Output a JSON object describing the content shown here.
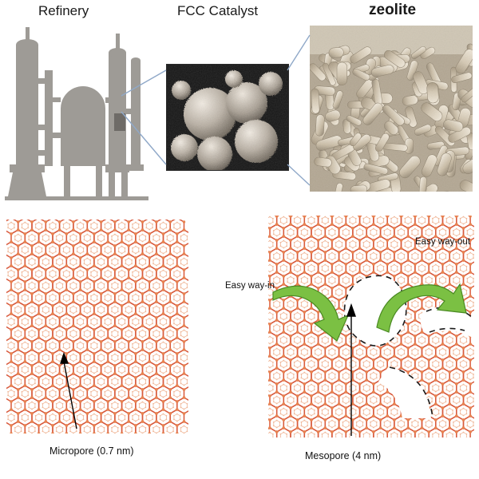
{
  "figure": {
    "type": "scientific-illustration",
    "background_color": "#ffffff"
  },
  "top_row": {
    "panels": [
      {
        "id": "refinery",
        "title": "Refinery",
        "kind": "vector-illustration",
        "color": "#9e9b96"
      },
      {
        "id": "fcc-catalyst",
        "title": "FCC Catalyst",
        "kind": "sem-micrograph",
        "description": "grayscale SEM image of rough spherical catalyst particles on dark background"
      },
      {
        "id": "zeolite",
        "title": "zeolite",
        "kind": "photograph",
        "description": "pile of beige cylindrical zeolite extrudate pellets"
      }
    ],
    "connector_color": "#8fa8c8"
  },
  "bottom_row": {
    "panels": [
      {
        "id": "micropore-framework",
        "caption": "Micropore (0.7 nm)",
        "description": "regular zeolite framework lattice of red/orange rings, uniform micropores"
      },
      {
        "id": "mesopore-framework",
        "caption": "Mesopore (4 nm)",
        "description": "zeolite framework with a large dashed-outline mesopore cavity in the centre",
        "annotations": [
          {
            "id": "easy-way-in",
            "text": "Easy way-in",
            "arrow": "green curved arrow pointing into the mesopore"
          },
          {
            "id": "easy-way-out",
            "text": "Easy way-out",
            "arrow": "green curved arrow pointing out of the mesopore"
          }
        ]
      }
    ],
    "framework_colors": {
      "bond": "#d8593c",
      "node": "#e8834f",
      "light": "#f0b89a"
    },
    "arrow_color": "#7bc043",
    "arrow_outline": "#4a8a22",
    "dashed_outline_color": "#1a1a1a",
    "pointer_color": "#000000"
  }
}
